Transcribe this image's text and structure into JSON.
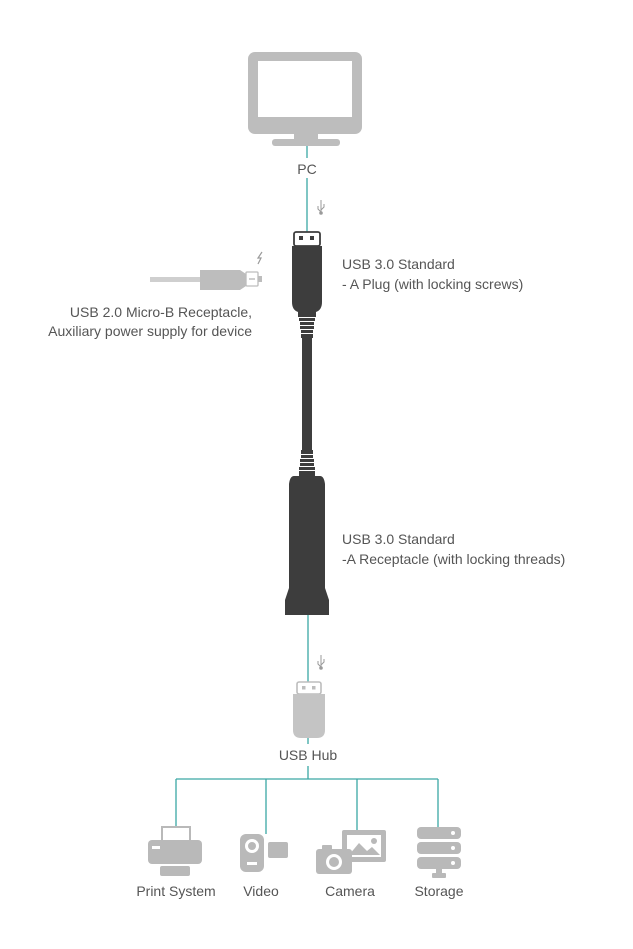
{
  "labels": {
    "pc": "PC",
    "plug_title": "USB 3.0 Standard",
    "plug_sub": "- A Plug (with locking screws)",
    "micro_title": "USB 2.0 Micro-B Receptacle,",
    "micro_sub": "Auxiliary power supply for device",
    "receptacle_title": "USB 3.0 Standard",
    "receptacle_sub": "-A Receptacle (with locking threads)",
    "hub": "USB Hub"
  },
  "devices": [
    {
      "name": "print-system",
      "label": "Print System",
      "icon": "printer-icon"
    },
    {
      "name": "video",
      "label": "Video",
      "icon": "video-camera-icon"
    },
    {
      "name": "camera",
      "label": "Camera",
      "icon": "camera-icon"
    },
    {
      "name": "storage",
      "label": "Storage",
      "icon": "server-storage-icon"
    }
  ],
  "colors": {
    "line": "#3aa7a5",
    "cable": "#3d3d3d",
    "device_gray": "#b9b9b9",
    "text": "#555555"
  }
}
